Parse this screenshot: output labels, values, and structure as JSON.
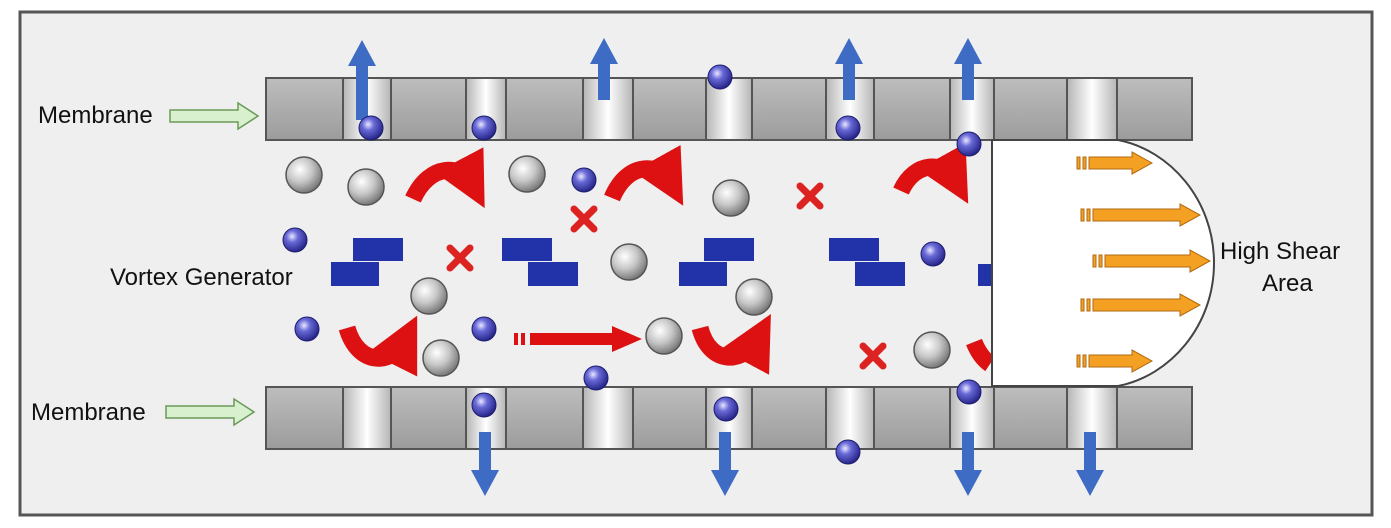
{
  "labels": {
    "membrane_top": "Membrane",
    "membrane_bottom": "Membrane",
    "vortex_generator": "Vortex Generator",
    "high_shear_line1": "High Shear",
    "high_shear_line2": "Area"
  },
  "colors": {
    "background": "#efefef",
    "frame": "#555555",
    "membrane_block": "#a8a8a8",
    "membrane_pore": "#f2f2f2",
    "permeate_arrow": "#3e6cc4",
    "vortex_generator": "#2233aa",
    "curved_arrow": "#dd1111",
    "foulant_x": "#dd2222",
    "small_particle": "#3a3ab0",
    "large_particle": "#b0b0b0",
    "shear_arrow": "#f4a023",
    "pointer_arrow": "#d9f0cf"
  },
  "icons": {
    "permeate": "arrow-up-down-icon",
    "vortex": "curved-arrow-icon",
    "foulant": "x-mark-icon",
    "particle": "sphere-icon"
  }
}
